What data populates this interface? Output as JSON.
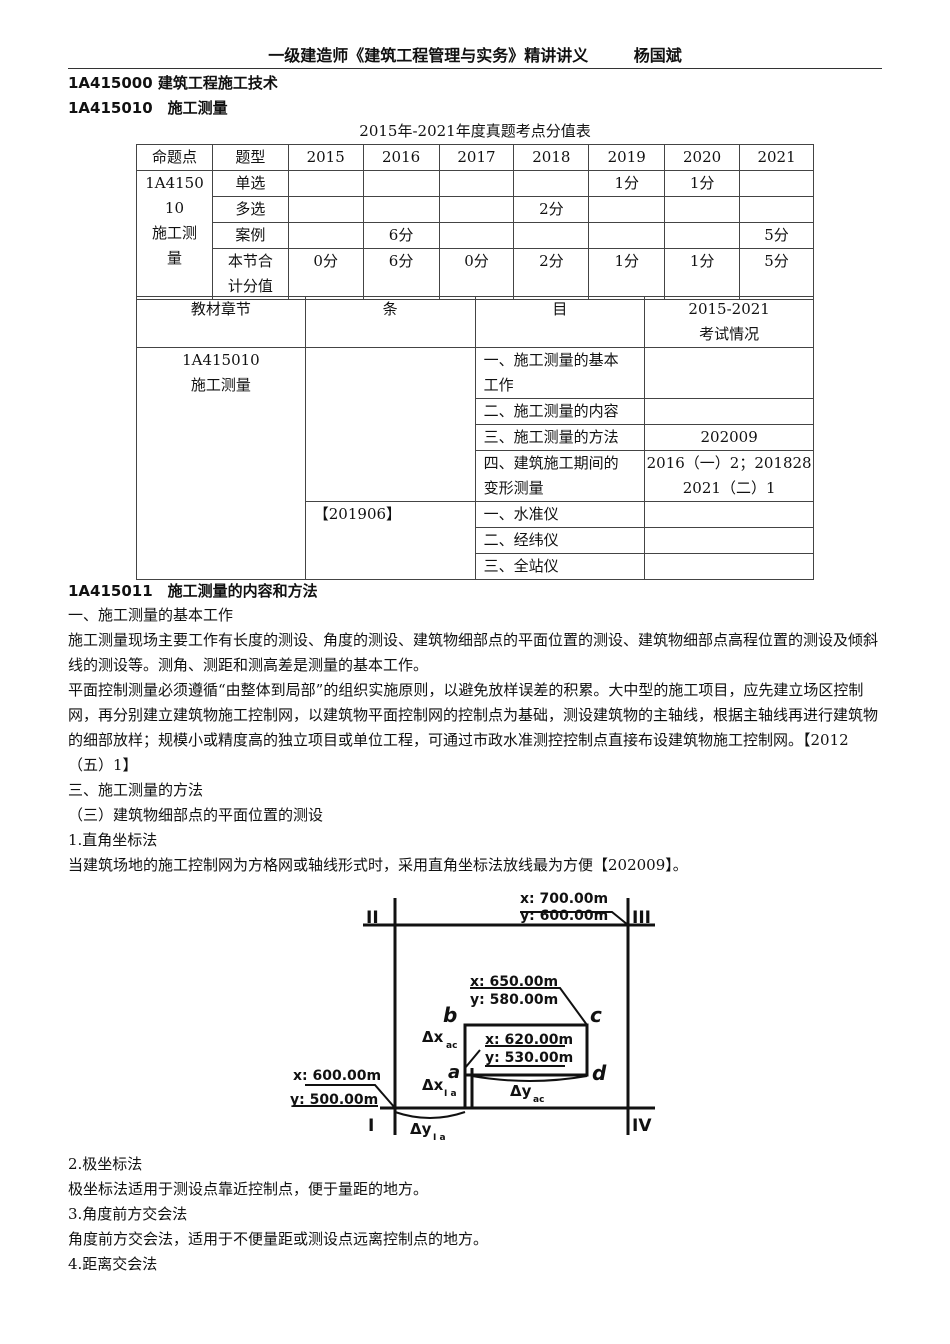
{
  "header": {
    "title": "一级建造师《建筑工程管理与实务》精讲讲义",
    "author": "杨国斌"
  },
  "sections": {
    "s1": "1A415000 建筑工程施工技术",
    "s2": "1A415010　施工测量"
  },
  "table1": {
    "caption": "2015年-2021年度真题考点分值表",
    "headers": [
      "命题点",
      "题型",
      "2015",
      "2016",
      "2017",
      "2018",
      "2019",
      "2020",
      "2021"
    ],
    "topic": [
      "1A4150",
      "10",
      "施工测",
      "量"
    ],
    "rows": [
      {
        "type": "单选",
        "vals": [
          "",
          "",
          "",
          "",
          "1分",
          "1分",
          ""
        ]
      },
      {
        "type": "多选",
        "vals": [
          "",
          "",
          "",
          "2分",
          "",
          "",
          ""
        ]
      },
      {
        "type": "案例",
        "vals": [
          "",
          "6分",
          "",
          "",
          "",
          "",
          "5分"
        ]
      },
      {
        "type1": "本节合",
        "type2": "计分值",
        "vals": [
          "0分",
          "6分",
          "0分",
          "2分",
          "1分",
          "1分",
          "5分"
        ]
      }
    ]
  },
  "table2": {
    "headers": [
      "教材章节",
      "条",
      "目"
    ],
    "header_exam1": "2015-2021",
    "header_exam2": "考试情况",
    "chapter1": "1A415010",
    "chapter2": "施工测量",
    "tiao2": "【201906】",
    "items": [
      {
        "mu1": "一、施工测量的基本",
        "mu2": "工作",
        "exam1": "",
        "exam2": ""
      },
      {
        "mu1": "二、施工测量的内容",
        "mu2": "",
        "exam1": "",
        "exam2": ""
      },
      {
        "mu1": "三、施工测量的方法",
        "mu2": "",
        "exam1": "202009",
        "exam2": ""
      },
      {
        "mu1": "四、建筑施工期间的",
        "mu2": "变形测量",
        "exam1": "2016（一）2；201828",
        "exam2": "2021（二）1"
      },
      {
        "mu1": "一、水准仪",
        "mu2": "",
        "exam1": "",
        "exam2": ""
      },
      {
        "mu1": "二、经纬仪",
        "mu2": "",
        "exam1": "",
        "exam2": ""
      },
      {
        "mu1": "三、全站仪",
        "mu2": "",
        "exam1": "",
        "exam2": ""
      }
    ]
  },
  "body": {
    "h3": "1A415011　施工测量的内容和方法",
    "p1": "一、施工测量的基本工作",
    "p2": "施工测量现场主要工作有长度的测设、角度的测设、建筑物细部点的平面位置的测设、建筑物细部点高程位置的测设及倾斜线的测设等。测角、测距和测高差是测量的基本工作。",
    "p3": "平面控制测量必须遵循“由整体到局部”的组织实施原则，以避免放样误差的积累。大中型的施工项目，应先建立场区控制网，再分别建立建筑物施工控制网，以建筑物平面控制网的控制点为基础，测设建筑物的主轴线，根据主轴线再进行建筑物的细部放样；规模小或精度高的独立项目或单位工程，可通过市政水准测控控制点直接布设建筑物施工控制网。【2012（五）1】",
    "p4": "三、施工测量的方法",
    "p5": "（三）建筑物细部点的平面位置的测设",
    "p6": "1.直角坐标法",
    "p7": "当建筑场地的施工控制网为方格网或轴线形式时，采用直角坐标法放线最为方便【202009】。",
    "p8": "2.极坐标法",
    "p9": "极坐标法适用于测设点靠近控制点，便于量距的地方。",
    "p10": "3.角度前方交会法",
    "p11": "角度前方交会法，适用于不便量距或测设点远离控制点的地方。",
    "p12": "4.距离交会法"
  },
  "diagram": {
    "II": "II",
    "III": "III",
    "I": "I",
    "IV": "IV",
    "x700": "x: 700.00m",
    "y600": "y: 600.00m",
    "x650": "x: 650.00m",
    "y580": "y: 580.00m",
    "x620": "x: 620.00m",
    "y530": "y: 530.00m",
    "x600": "x: 600.00m",
    "y500": "y: 500.00m",
    "a": "a",
    "b": "b",
    "c": "c",
    "d": "d",
    "dxac": "Δx",
    "dxac_sub": "ac",
    "dxIa": "Δx",
    "dxIa_sub": "I a",
    "dyac": "Δy",
    "dyac_sub": "ac",
    "dyIa": "Δy",
    "dyIa_sub": "I a"
  }
}
